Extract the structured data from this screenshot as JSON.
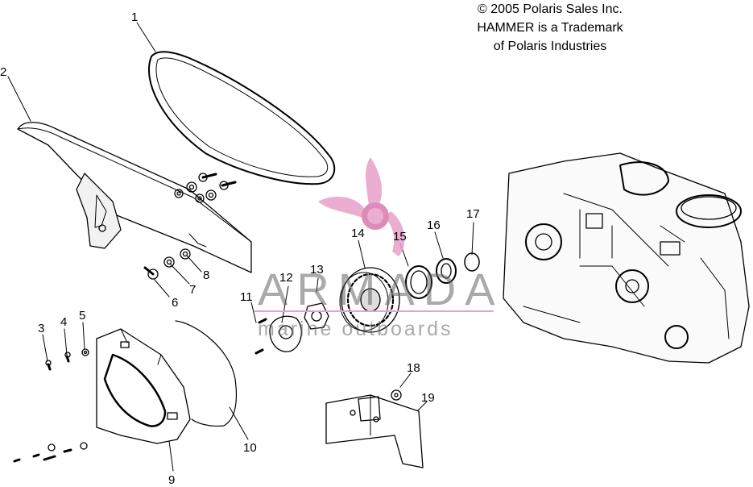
{
  "copyright": {
    "line1": "© 2005 Polaris Sales Inc.",
    "line2": "HAMMER is a Trademark",
    "line3": "of Polaris Industries"
  },
  "watermark": {
    "brand": "ARMADA",
    "tagline": "marine outboards",
    "accent_color": "#e8a0c8"
  },
  "callouts": [
    "1",
    "2",
    "3",
    "4",
    "5",
    "6",
    "7",
    "8",
    "9",
    "10",
    "11",
    "12",
    "13",
    "14",
    "15",
    "16",
    "17",
    "18",
    "19"
  ]
}
